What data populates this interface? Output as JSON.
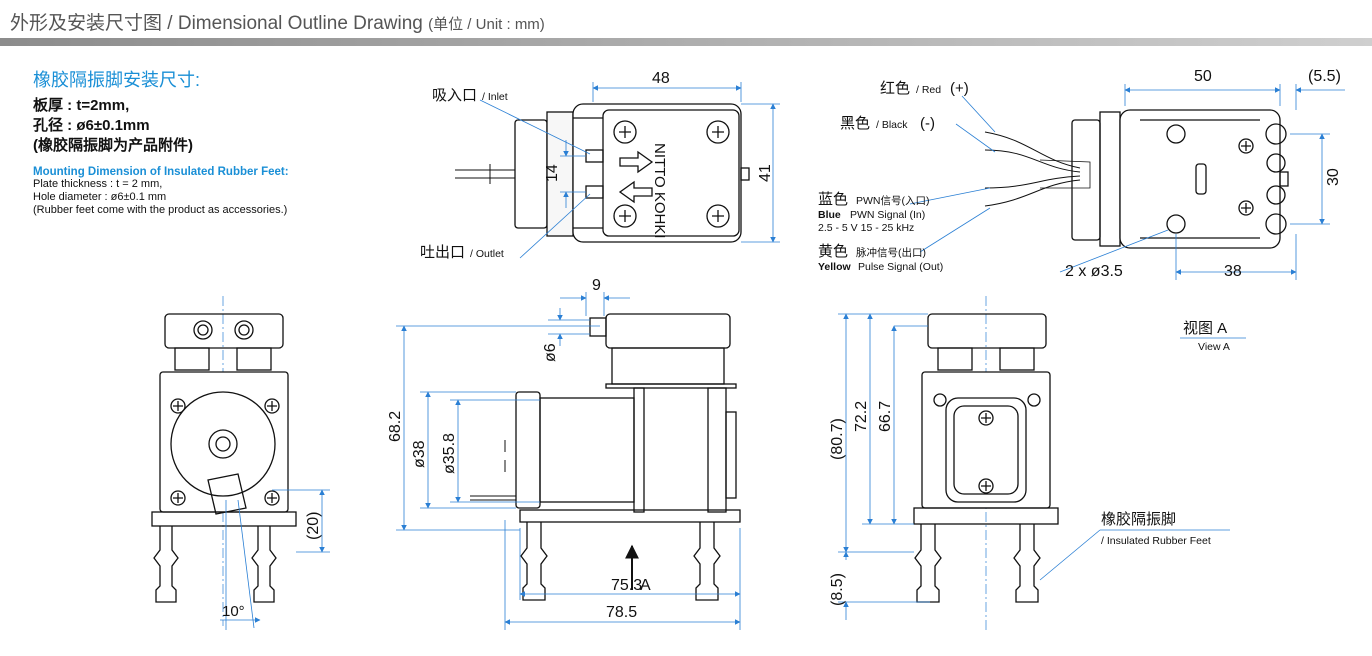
{
  "header": {
    "title_cn": "外形及安装尺寸图",
    "title_sep": " / ",
    "title_en": "Dimensional Outline Drawing",
    "unit": "(单位 / Unit : mm)"
  },
  "mounting": {
    "title_cn": "橡胶隔振脚安装尺寸:",
    "lines_cn": [
      "板厚 : t=2mm,",
      "孔径 : ø6±0.1mm",
      "(橡胶隔振脚为产品附件)"
    ],
    "title_en": "Mounting Dimension of Insulated Rubber Feet:",
    "lines_en": [
      "Plate thickness : t = 2 mm,",
      "Hole diameter : ø6±0.1 mm",
      "(Rubber feet come with the product as accessories.)"
    ]
  },
  "top_view": {
    "inlet_cn": "吸入口",
    "inlet_en": "/ Inlet",
    "outlet_cn": "吐出口",
    "outlet_en": "/ Outlet",
    "brand": "NITTO KOHKI",
    "dims": {
      "width": "48",
      "height": "41",
      "port_spacing": "14"
    }
  },
  "wiring_view": {
    "red_cn": "红色",
    "red_en": "/ Red",
    "red_sign": "(+)",
    "black_cn": "黑色",
    "black_en": "/ Black",
    "black_sign": "(-)",
    "blue_cn": "蓝色",
    "blue_cn_desc": "PWN信号(入口)",
    "blue_en": "Blue",
    "blue_en_desc": "PWN Signal (In)",
    "blue_spec": "2.5 - 5 V   15 - 25 kHz",
    "yellow_cn": "黄色",
    "yellow_cn_desc": "脉冲信号(出口)",
    "yellow_en": "Yellow",
    "yellow_en_desc": "Pulse Signal (Out)",
    "dims": {
      "width": "50",
      "offset": "(5.5)",
      "hole_pitch_v": "30",
      "hole_pitch_h": "38",
      "holes": "2 x ø3.5"
    }
  },
  "front_view": {
    "dims": {
      "foot_height": "(20)",
      "angle": "10°"
    }
  },
  "side_view": {
    "dims": {
      "port_len": "9",
      "port_dia": "ø6",
      "height": "68.2",
      "motor_dia": "ø38",
      "motor_dia2": "ø35.8",
      "len1": "75.3",
      "len2": "78.5"
    },
    "arrow_label": "A"
  },
  "view_a": {
    "title_cn": "视图 A",
    "title_en": "View A",
    "feet_cn": "橡胶隔振脚",
    "feet_en": "/ Insulated Rubber Feet",
    "dims": {
      "total": "(80.7)",
      "h1": "72.2",
      "h2": "66.7",
      "foot": "(8.5)"
    }
  },
  "colors": {
    "accent": "#1a8fd6",
    "line": "#111111",
    "dim": "#2a7fd4"
  }
}
